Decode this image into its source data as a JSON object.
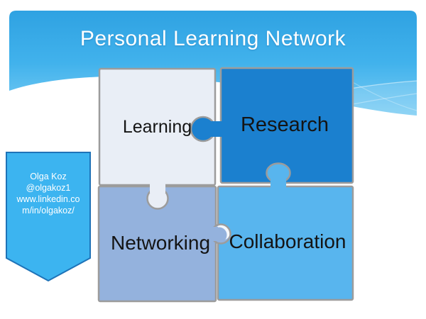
{
  "slide": {
    "title": "Personal Learning Network",
    "background_color": "#ffffff"
  },
  "header": {
    "gradient_top": "#2fa2e2",
    "gradient_bottom": "#7ccdf4",
    "title_color": "#ffffff"
  },
  "badge": {
    "shape": "downward-pointed ribbon pentagon",
    "fill": "#3cb4f0",
    "border": "#1e73b8",
    "lines": [
      "Olga Koz",
      "@olgakoz1",
      "www.linkedin.co",
      "m/in/olgakoz/"
    ]
  },
  "puzzle": {
    "outline_color": "#9c9c9c",
    "pieces": [
      {
        "id": "learning",
        "label": "Learning",
        "fill": "#e9eef6",
        "position": "top-left"
      },
      {
        "id": "research",
        "label": "Research",
        "fill": "#1b80cf",
        "position": "top-right"
      },
      {
        "id": "networking",
        "label": "Networking",
        "fill": "#94b2dd",
        "position": "bottom-left"
      },
      {
        "id": "collaboration",
        "label": "Collaboration",
        "fill": "#58b5ee",
        "position": "bottom-right"
      }
    ]
  }
}
